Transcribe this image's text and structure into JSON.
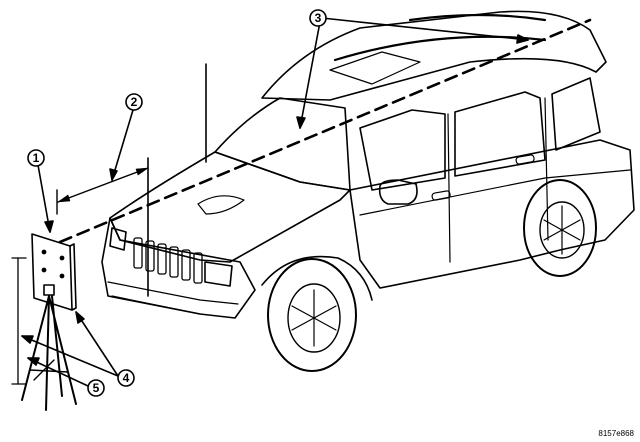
{
  "callouts": [
    {
      "label": "1"
    },
    {
      "label": "2"
    },
    {
      "label": "3"
    },
    {
      "label": "4"
    },
    {
      "label": "5"
    }
  ],
  "figure_code": "8157e868",
  "colors": {
    "line": "#000000",
    "background": "#ffffff"
  }
}
